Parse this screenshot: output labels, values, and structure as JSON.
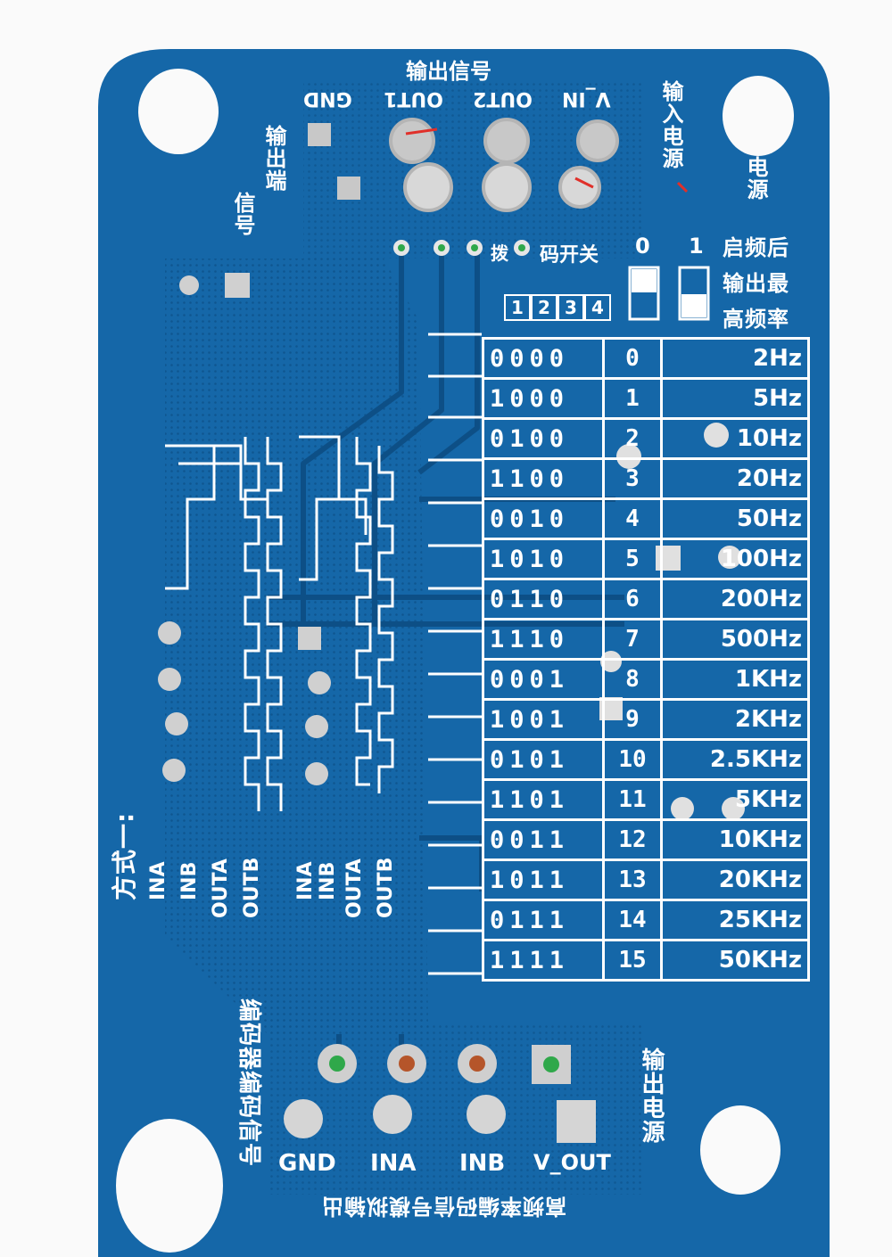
{
  "board": {
    "top_title": "输出信号",
    "top_pins": [
      "GND",
      "OUT1",
      "OUT2",
      "V_IN"
    ],
    "left_top_label": "输出端",
    "left_top_label2": "信号",
    "right_top_label": "输入电源",
    "right_top_label2": "电源",
    "dip_title": "码开关",
    "dip_prefix": "拨",
    "dip_states": [
      "0",
      "1"
    ],
    "dip_numbers": [
      "1",
      "2",
      "3",
      "4"
    ],
    "note_lines": [
      "启频后",
      "输出最",
      "高频率"
    ],
    "mode_label": "方式一:",
    "wave_labels_left": [
      "INA",
      "INB",
      "OUTA",
      "OUTB"
    ],
    "wave_labels_mid": [
      "INA",
      "INB",
      "OUTA",
      "OUTB"
    ],
    "left_bottom_label": "编码器编码信号",
    "right_bottom_label": "输出电源",
    "bottom_pins": [
      "GND",
      "INA",
      "INB",
      "V_OUT"
    ],
    "bottom_text": "高频率编码信号模拟输出"
  },
  "freq_table": [
    {
      "code": "0000",
      "index": "0",
      "freq": "2Hz"
    },
    {
      "code": "1000",
      "index": "1",
      "freq": "5Hz"
    },
    {
      "code": "0100",
      "index": "2",
      "freq": "10Hz"
    },
    {
      "code": "1100",
      "index": "3",
      "freq": "20Hz"
    },
    {
      "code": "0010",
      "index": "4",
      "freq": "50Hz"
    },
    {
      "code": "1010",
      "index": "5",
      "freq": "100Hz"
    },
    {
      "code": "0110",
      "index": "6",
      "freq": "200Hz"
    },
    {
      "code": "1110",
      "index": "7",
      "freq": "500Hz"
    },
    {
      "code": "0001",
      "index": "8",
      "freq": "1KHz"
    },
    {
      "code": "1001",
      "index": "9",
      "freq": "2KHz"
    },
    {
      "code": "0101",
      "index": "10",
      "freq": "2.5KHz"
    },
    {
      "code": "1101",
      "index": "11",
      "freq": "5KHz"
    },
    {
      "code": "0011",
      "index": "12",
      "freq": "10KHz"
    },
    {
      "code": "1011",
      "index": "13",
      "freq": "20KHz"
    },
    {
      "code": "0111",
      "index": "14",
      "freq": "25KHz"
    },
    {
      "code": "1111",
      "index": "15",
      "freq": "50KHz"
    }
  ],
  "colors": {
    "pcb": "#1567a8",
    "pcb_dark": "#0f5690",
    "silk": "#ffffff",
    "pad": "#c8c8c8",
    "pad_hole": "#2fa84a",
    "background": "#fafafa"
  }
}
